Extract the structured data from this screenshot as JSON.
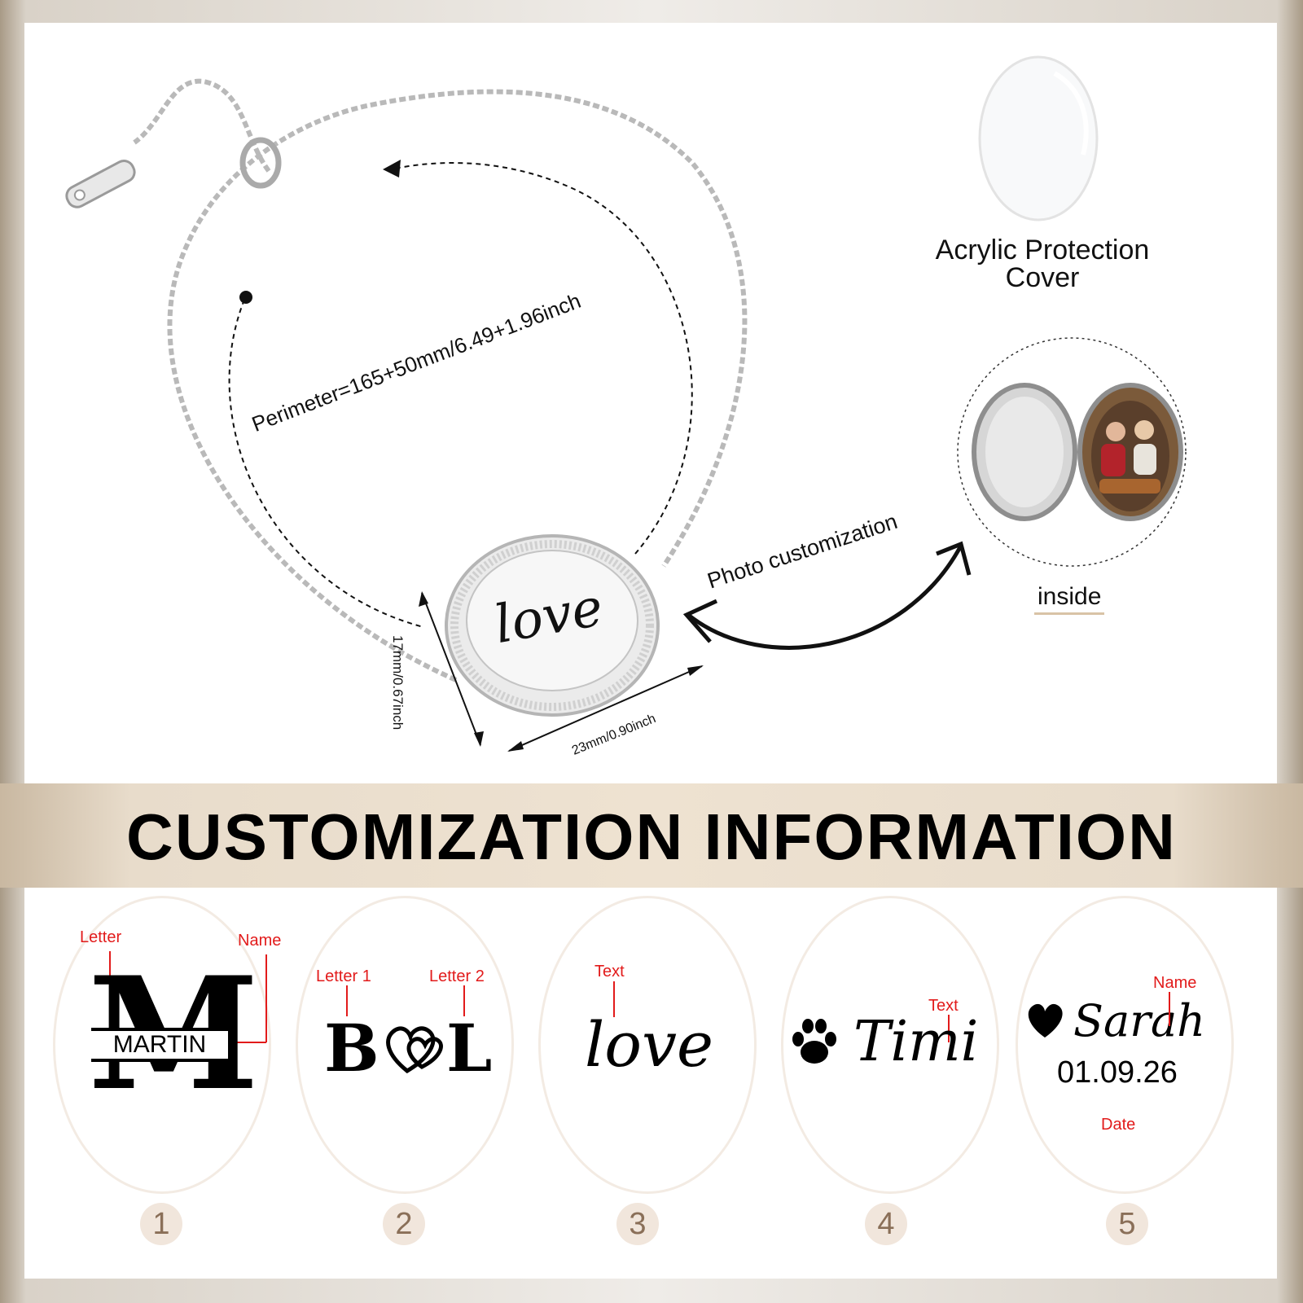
{
  "labels": {
    "perimeter": "Perimeter=165+50mm/6.49+1.96inch",
    "acrylic_cover": "Acrylic Protection Cover",
    "photo_customization": "Photo customization",
    "inside": "inside",
    "height": "17mm/0.67inch",
    "width": "23mm/0.90inch",
    "pendant_text": "love"
  },
  "section_title": "CUSTOMIZATION INFORMATION",
  "options": [
    {
      "number": "1",
      "tags": [
        "Letter",
        "Name"
      ],
      "sample_letter": "M",
      "sample_name": "MARTIN"
    },
    {
      "number": "2",
      "tags": [
        "Letter 1",
        "Letter 2"
      ],
      "sample_letter1": "B",
      "sample_letter2": "L"
    },
    {
      "number": "3",
      "tags": [
        "Text"
      ],
      "sample_text": "love"
    },
    {
      "number": "4",
      "tags": [
        "Text"
      ],
      "sample_text": "Timi"
    },
    {
      "number": "5",
      "tags": [
        "Name",
        "Date"
      ],
      "sample_name": "Sarah",
      "sample_date": "01.09.26"
    }
  ],
  "colors": {
    "band": "#eee2d1",
    "tag_red": "#e21b1b",
    "number_bg": "#f1e6dc"
  },
  "icons": [
    "heart-icon",
    "paw-icon",
    "heart-outline-icon"
  ]
}
